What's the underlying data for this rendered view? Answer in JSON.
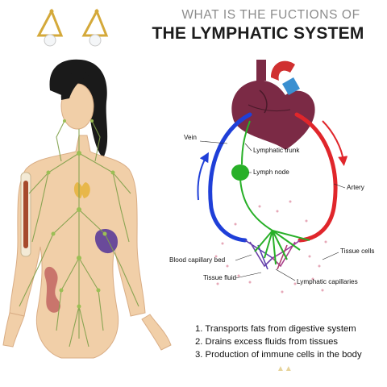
{
  "header": {
    "subtitle": "WHAT IS THE FUCTIONS OF",
    "title": "THE LYMPHATIC SYSTEM"
  },
  "diagram": {
    "labels": {
      "vein": "Vein",
      "lymphatic_trunk": "Lymphatic trunk",
      "lymph_node": "Lymph node",
      "artery": "Artery",
      "tissue_cells": "Tissue cells",
      "blood_capillary_bed": "Blood capillary bed",
      "tissue_fluid": "Tissue fluid",
      "lymphatic_capillaries": "Lymphatic capillaries"
    }
  },
  "functions": [
    "1. Transports fats from digestive system",
    "2. Drains excess fluids from tissues",
    "3. Production of immune cells in the body"
  ],
  "colors": {
    "vein": "#1f3fd8",
    "artery": "#e0262b",
    "lymph": "#28b028",
    "heart": "#7b2a45",
    "skin": "#f1cfa8",
    "hair": "#1a1a1a",
    "earring": "#d4a93a"
  }
}
